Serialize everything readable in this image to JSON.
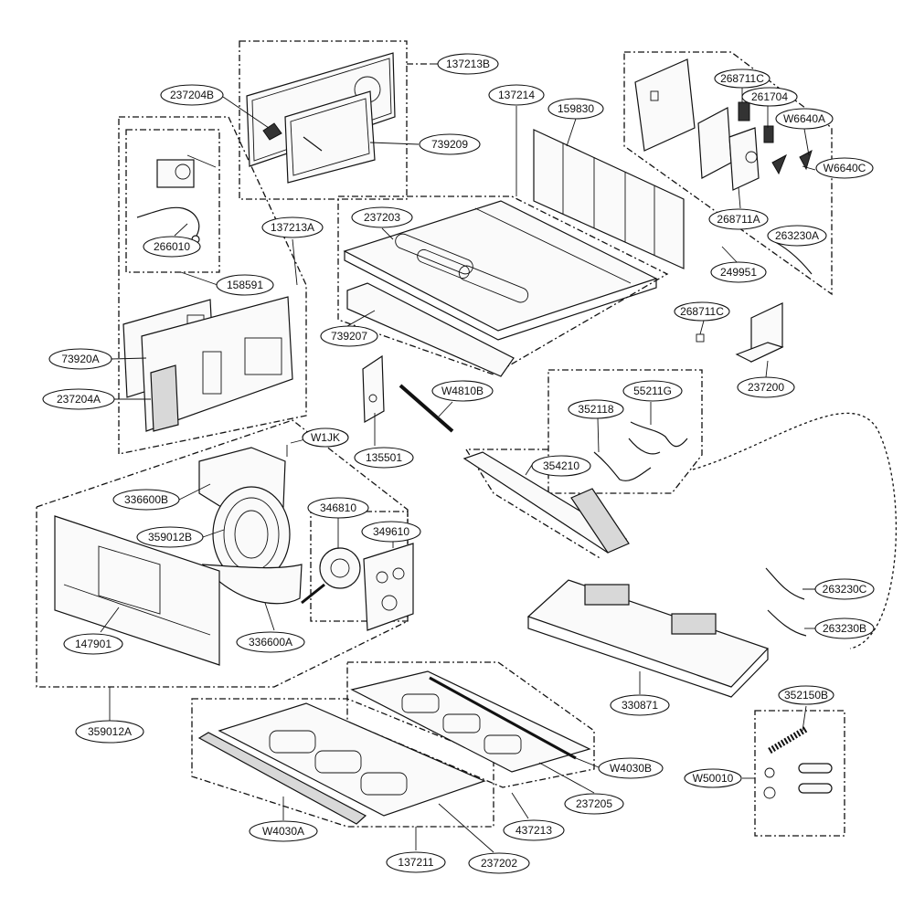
{
  "diagram": {
    "labels": [
      "137213B",
      "237204B",
      "739209",
      "137214",
      "159830",
      "268711C",
      "261704",
      "W6640A",
      "W6640C",
      "266010",
      "158591",
      "137213A",
      "237203",
      "739207",
      "268711A",
      "263230A",
      "249951",
      "268711C",
      "73920A",
      "237204A",
      "W4810B",
      "135501",
      "352118",
      "55211G",
      "237200",
      "W1JK",
      "354210",
      "336600B",
      "346810",
      "359012B",
      "349610",
      "147901",
      "336600A",
      "263230C",
      "263230B",
      "359012A",
      "330871",
      "352150B",
      "W4030B",
      "W50010",
      "237205",
      "437213",
      "W4030A",
      "137211",
      "237202"
    ]
  }
}
